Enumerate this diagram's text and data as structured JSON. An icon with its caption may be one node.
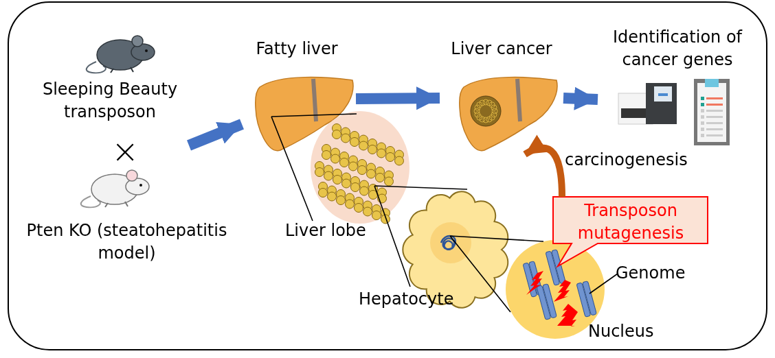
{
  "diagram": {
    "nodes": [
      {
        "text": [
          "Sleeping Beauty transposon"
        ]
      },
      {
        "text": [
          "Pten KO (steatohepatitis model)"
        ]
      },
      {
        "text": [
          "Fatty liver"
        ]
      },
      {
        "text": [
          "Liver cancer"
        ]
      },
      {
        "text": [
          "Identification of cancer genes"
        ]
      },
      {
        "text": [
          "Liver lobe"
        ]
      },
      {
        "text": [
          "Hepatocyte"
        ]
      },
      {
        "text": [
          "Nucleus"
        ]
      },
      {
        "text": [
          "Transposon mutagenesis"
        ]
      },
      {
        "text": [
          "Genome"
        ]
      },
      {
        "text": [],
        "shape": "bar",
        "in": 7
      }
    ],
    "edges": [
      {
        "from": null,
        "to": 2,
        "arrow": "to",
        "style": "thick",
        "color": "#4472c4"
      },
      {
        "from": 2,
        "to": 3,
        "arrow": "to",
        "style": "thick",
        "color": "#4472c4"
      },
      {
        "from": 3,
        "to": 4,
        "arrow": "to",
        "style": "thick",
        "color": "#4472c4"
      },
      {
        "from": 8,
        "to": 3,
        "arrow": "to",
        "label": "carcinogenesis",
        "style": "thick",
        "color": "#c55a11"
      },
      {
        "from": 2,
        "to": 5,
        "arrow": "none"
      },
      {
        "from": 5,
        "to": 6,
        "arrow": "none"
      },
      {
        "from": 6,
        "to": 7,
        "arrow": "none"
      },
      {
        "from": 9,
        "to": 10,
        "arrow": "none"
      }
    ],
    "labels": [
      "×"
    ]
  }
}
